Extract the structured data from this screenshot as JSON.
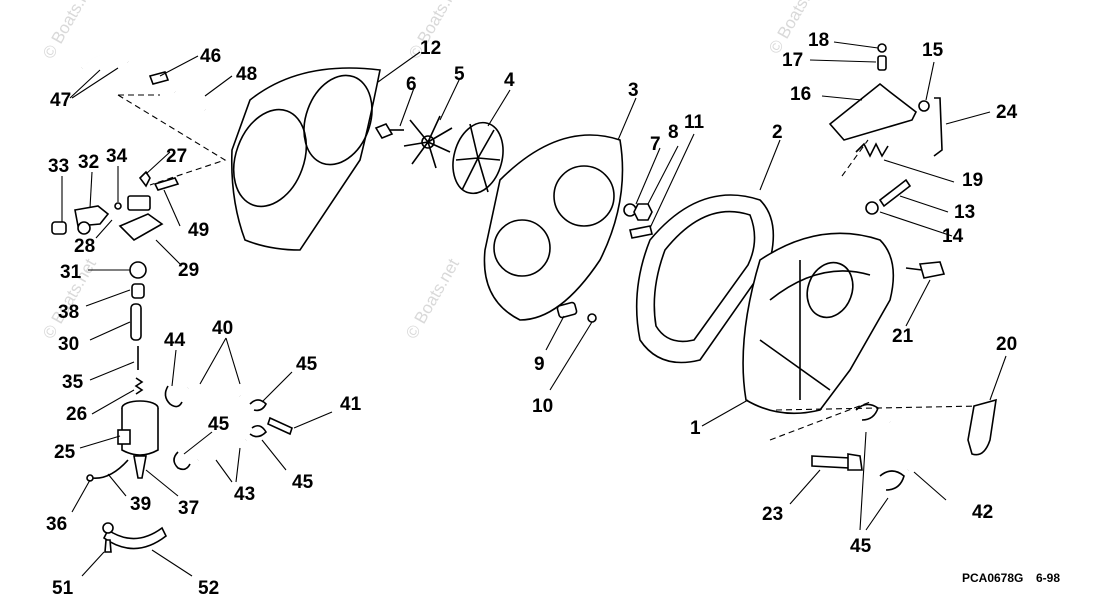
{
  "watermark": "© Boats.net",
  "footer": {
    "code": "PCA0678G",
    "date": "6-98"
  },
  "callouts": [
    "1",
    "2",
    "3",
    "4",
    "5",
    "6",
    "7",
    "8",
    "9",
    "10",
    "11",
    "12",
    "13",
    "14",
    "15",
    "16",
    "17",
    "18",
    "19",
    "20",
    "21",
    "23",
    "24",
    "25",
    "26",
    "27",
    "28",
    "29",
    "30",
    "31",
    "32",
    "33",
    "34",
    "35",
    "36",
    "37",
    "38",
    "39",
    "40",
    "41",
    "42",
    "43",
    "44",
    "45",
    "46",
    "47",
    "48",
    "49",
    "51",
    "52"
  ],
  "callout_45_extra": [
    "45",
    "45",
    "45"
  ]
}
